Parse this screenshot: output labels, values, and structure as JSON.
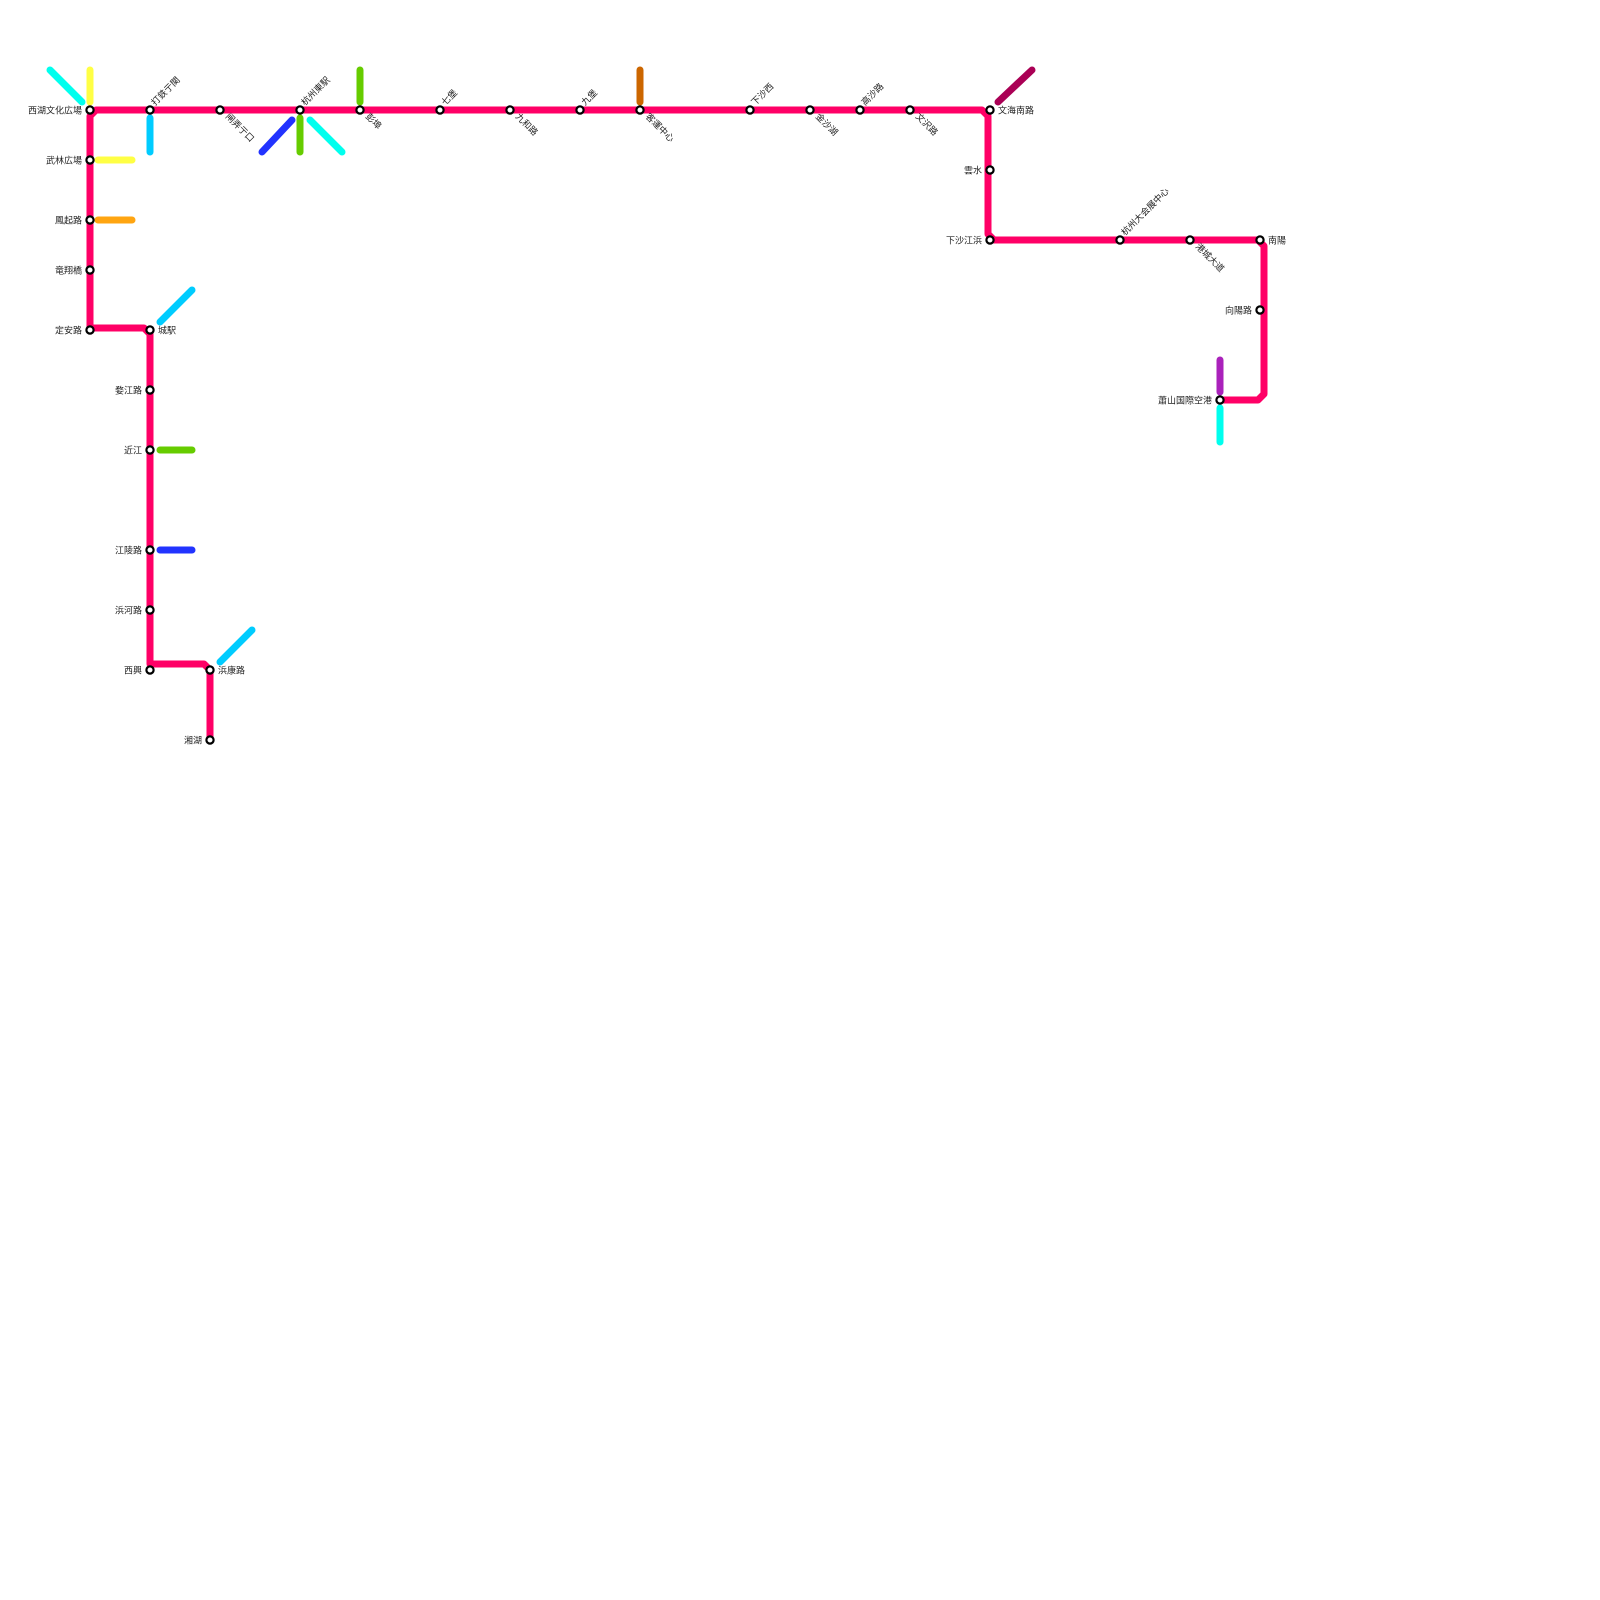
{
  "colors": {
    "main_line": "#ff0066",
    "cyan": "#00ffee",
    "yellow": "#ffff44",
    "sky_blue": "#00ccff",
    "blue": "#2233ff",
    "green": "#66cc00",
    "orange": "#ffa511",
    "brown": "#cc6600",
    "maroon": "#aa0055",
    "purple": "#aa22bb"
  },
  "stations": [
    {
      "id": "xihu-wenhua",
      "name": "西湖文化広場"
    },
    {
      "id": "datie-guan",
      "name": "打鉄亍関"
    },
    {
      "id": "zhaxiang",
      "name": "闸弄亍口"
    },
    {
      "id": "hangzhou-east",
      "name": "杭州東駅"
    },
    {
      "id": "pengbu",
      "name": "彭埠"
    },
    {
      "id": "qibao",
      "name": "七堡"
    },
    {
      "id": "jiuhe-lu",
      "name": "九和路"
    },
    {
      "id": "jiubao",
      "name": "九堡"
    },
    {
      "id": "keyun",
      "name": "客運中心"
    },
    {
      "id": "xiasha-west",
      "name": "下沙西"
    },
    {
      "id": "jinsha-lake",
      "name": "金沙湖"
    },
    {
      "id": "gaosha-lu",
      "name": "高沙路"
    },
    {
      "id": "wenze-lu",
      "name": "文沢路"
    },
    {
      "id": "wenhai-south",
      "name": "文海南路"
    },
    {
      "id": "yunshui",
      "name": "雲水"
    },
    {
      "id": "xiasha-jiangbin",
      "name": "下沙江浜"
    },
    {
      "id": "expo-center",
      "name": "杭州大会展中心"
    },
    {
      "id": "gangcheng",
      "name": "港城大道"
    },
    {
      "id": "nanyang",
      "name": "南陽"
    },
    {
      "id": "xiangyang-lu",
      "name": "向陽路"
    },
    {
      "id": "airport",
      "name": "蕭山国際空港"
    },
    {
      "id": "wulin",
      "name": "武林広場"
    },
    {
      "id": "fengqi",
      "name": "鳳起路"
    },
    {
      "id": "longxiang",
      "name": "竜翔橋"
    },
    {
      "id": "dingan",
      "name": "定安路"
    },
    {
      "id": "chengzhan",
      "name": "城駅"
    },
    {
      "id": "wujiang",
      "name": "婺江路"
    },
    {
      "id": "jinjiang",
      "name": "近江"
    },
    {
      "id": "jiangling",
      "name": "江陵路"
    },
    {
      "id": "binhe",
      "name": "浜河路"
    },
    {
      "id": "xixing",
      "name": "西興"
    },
    {
      "id": "binkang",
      "name": "浜康路"
    },
    {
      "id": "xianghu",
      "name": "湘湖"
    }
  ],
  "transfer_stubs": [
    {
      "at": "xihu-wenhua",
      "color": "cyan"
    },
    {
      "at": "xihu-wenhua",
      "color": "yellow"
    },
    {
      "at": "wulin",
      "color": "yellow"
    },
    {
      "at": "fengqi",
      "color": "orange"
    },
    {
      "at": "datie-guan",
      "color": "sky_blue"
    },
    {
      "at": "zhaxiang",
      "color": "blue"
    },
    {
      "at": "hangzhou-east",
      "color": "green"
    },
    {
      "at": "hangzhou-east",
      "color": "cyan"
    },
    {
      "at": "pengbu",
      "color": "green"
    },
    {
      "at": "keyun",
      "color": "brown"
    },
    {
      "at": "wenhai-south",
      "color": "maroon"
    },
    {
      "at": "chengzhan",
      "color": "sky_blue"
    },
    {
      "at": "jinjiang",
      "color": "green"
    },
    {
      "at": "jiangling",
      "color": "blue"
    },
    {
      "at": "binkang",
      "color": "sky_blue"
    },
    {
      "at": "airport",
      "color": "purple"
    },
    {
      "at": "airport",
      "color": "cyan"
    }
  ]
}
